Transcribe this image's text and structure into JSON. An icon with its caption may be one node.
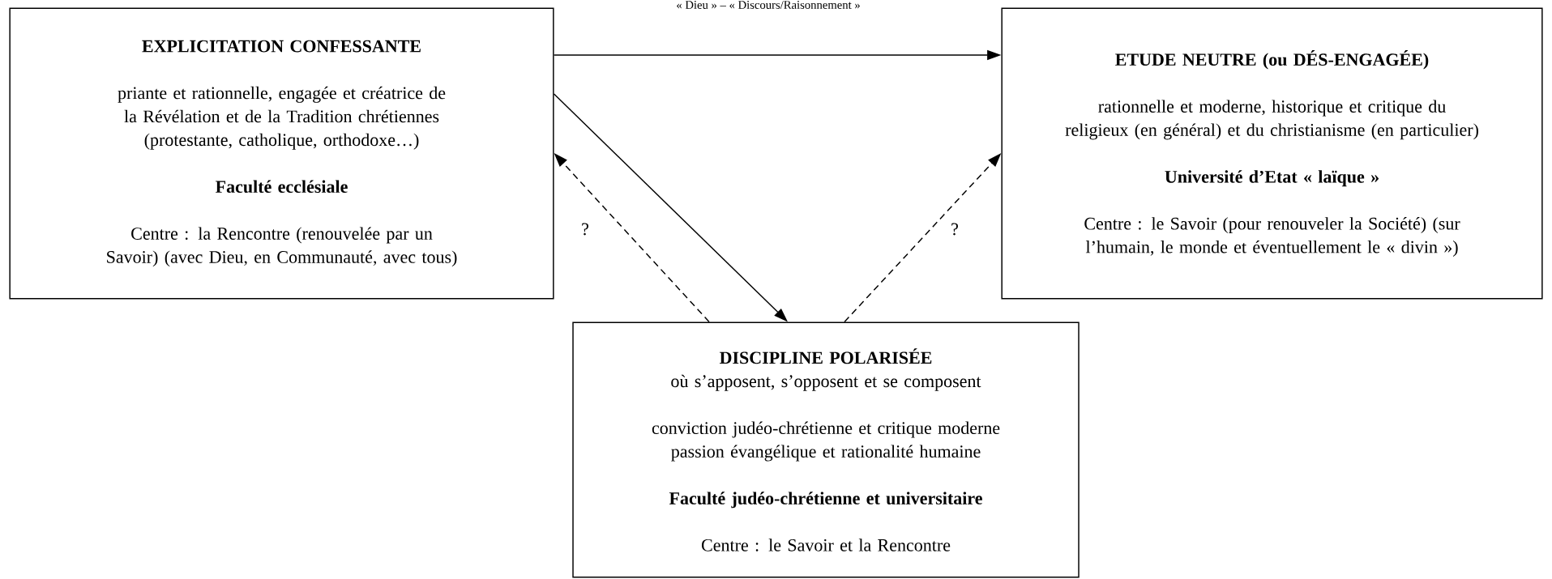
{
  "diagram": {
    "nodes": [
      {
        "text": [
          "EXPLICITATION CONFESSANTE",
          "priante et rationnelle, engagée et créatrice de la Révélation et de la Tradition chrétiennes (protestante, catholique, orthodoxe…)",
          "Faculté ecclésiale",
          "Centre : la Rencontre (renouvelée par un Savoir) (avec Dieu, en Communauté, avec tous)"
        ]
      },
      {
        "text": [
          "ETUDE NEUTRE (ou DÉS-ENGAGÉE)",
          "rationnelle et moderne, historique et critique du religieux (en général) et du christianisme (en particulier)",
          "Université d’Etat « laïque »",
          "Centre : le Savoir (pour renouveler la Société) (sur l’humain, le monde et éventuellement le « divin »)"
        ]
      },
      {
        "text": [
          "DISCIPLINE POLARISÉE",
          "où s’apposent, s’opposent et se composent",
          "conviction judéo-chrétienne et critique moderne passion évangélique et rationalité humaine",
          "Faculté judéo-chrétienne et universitaire",
          "Centre : le Savoir et la Rencontre"
        ]
      }
    ],
    "edges": [
      {
        "from": 0,
        "to": 1,
        "arrow": "to"
      },
      {
        "from": 0,
        "to": 2,
        "arrow": "to"
      },
      {
        "from": 2,
        "to": 0,
        "arrow": "to",
        "style": "dashed",
        "label": "?"
      },
      {
        "from": 2,
        "to": 1,
        "arrow": "to",
        "style": "dashed",
        "label": "?"
      }
    ],
    "labels": [
      "« Dieu » – « Discours/Raisonnement »"
    ]
  }
}
